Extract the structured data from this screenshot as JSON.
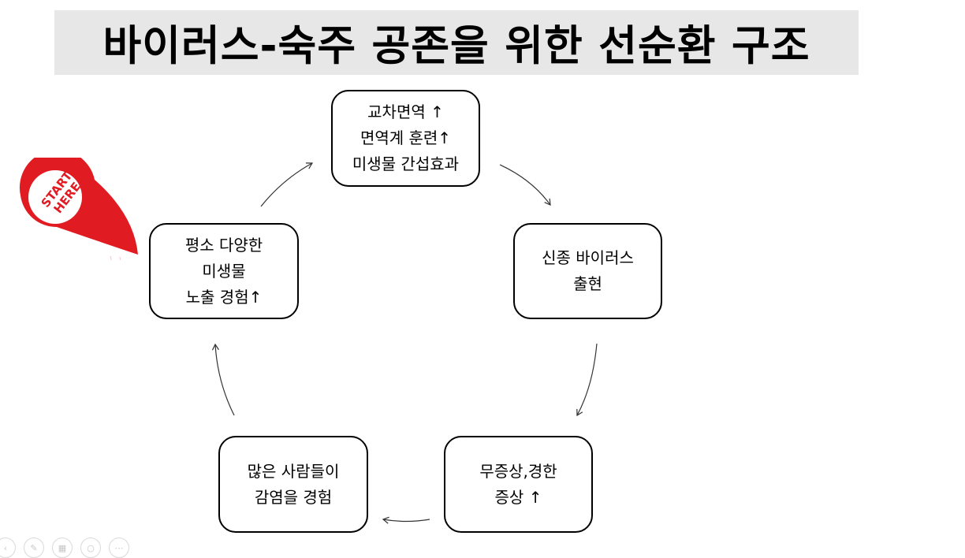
{
  "title": "바이러스-숙주 공존을 위한 선순환 구조",
  "pin": {
    "line1": "START",
    "line2": "HERE",
    "color": "#e11b22"
  },
  "nodes": {
    "top": [
      "교차면역 ↑",
      "면역계 훈련↑",
      "미생물 간섭효과"
    ],
    "right": [
      "신종 바이러스",
      "출현"
    ],
    "bottom_right": [
      "무증상,경한",
      "증상 ↑"
    ],
    "bottom_left": [
      "많은 사람들이",
      "감염을 경험"
    ],
    "left": [
      "평소 다양한",
      "미생물",
      "노출 경험↑"
    ]
  },
  "colors": {
    "title_bg": "#e7e7e7",
    "border": "#000000",
    "accent": "#e11b22"
  },
  "toolbar_icons": [
    "prev-icon",
    "pen-icon",
    "slides-icon",
    "zoom-icon",
    "more-icon"
  ]
}
